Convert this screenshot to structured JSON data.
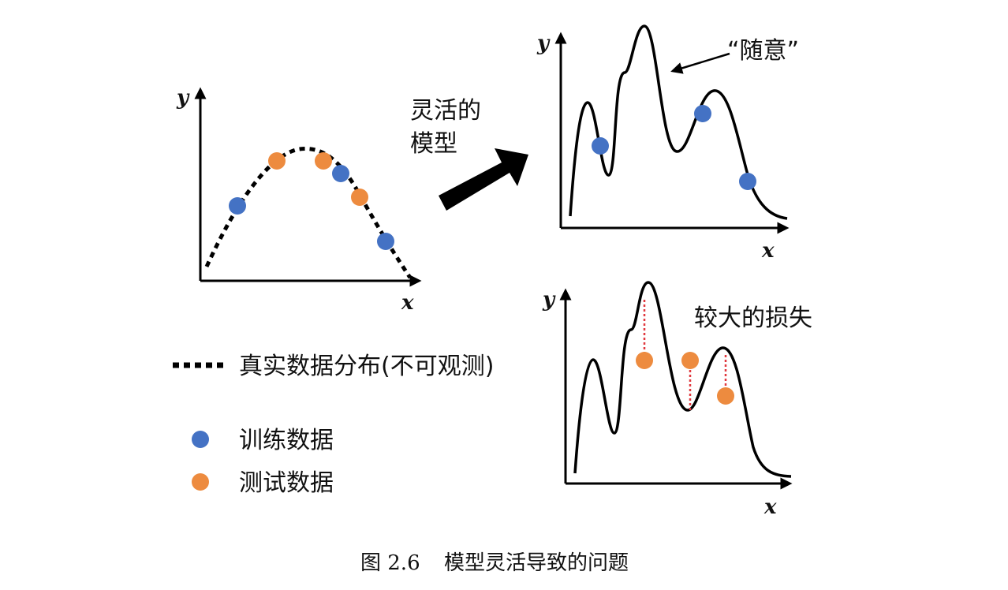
{
  "colors": {
    "train": "#4472c4",
    "test": "#ed8b3f",
    "loss_line": "#e0383e",
    "ink": "#000000"
  },
  "panel_left": {
    "x_label": "x",
    "y_label": "y"
  },
  "arrow": {
    "label_line1": "灵活的",
    "label_line2": "模型"
  },
  "panel_top_right": {
    "x_label": "x",
    "y_label": "y",
    "annotation": "“随意”"
  },
  "panel_bottom_right": {
    "x_label": "x",
    "y_label": "y",
    "annotation": "较大的损失"
  },
  "legend": {
    "true_distribution": "真实数据分布(不可观测)",
    "train_data": "训练数据",
    "test_data": "测试数据"
  },
  "caption": {
    "number": "图 2.6",
    "title": "模型灵活导致的问题"
  }
}
